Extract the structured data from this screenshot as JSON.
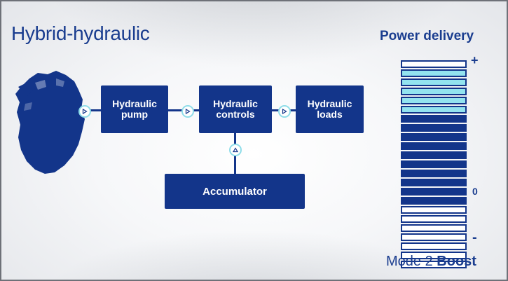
{
  "title": "Hybrid-hydraulic",
  "power_panel": {
    "title": "Power delivery",
    "plus_label": "+",
    "zero_label": "0",
    "minus_label": "-",
    "segments": [
      "empty",
      "light",
      "light",
      "light",
      "light",
      "light",
      "dark",
      "dark",
      "dark",
      "dark",
      "dark",
      "dark",
      "dark",
      "dark",
      "dark",
      "dark",
      "empty",
      "empty",
      "empty",
      "empty",
      "empty",
      "empty",
      "empty"
    ]
  },
  "blocks": {
    "pump": "Hydraulic\npump",
    "controls": "Hydraulic\ncontrols",
    "loads": "Hydraulic\nloads",
    "accumulator": "Accumulator"
  },
  "mode": {
    "prefix": "Mode 2",
    "name": "Boost"
  },
  "colors": {
    "block": "#13358a",
    "light_segment": "#93e3ef",
    "connector": "#8fdde9",
    "title": "#1a3d8f"
  }
}
